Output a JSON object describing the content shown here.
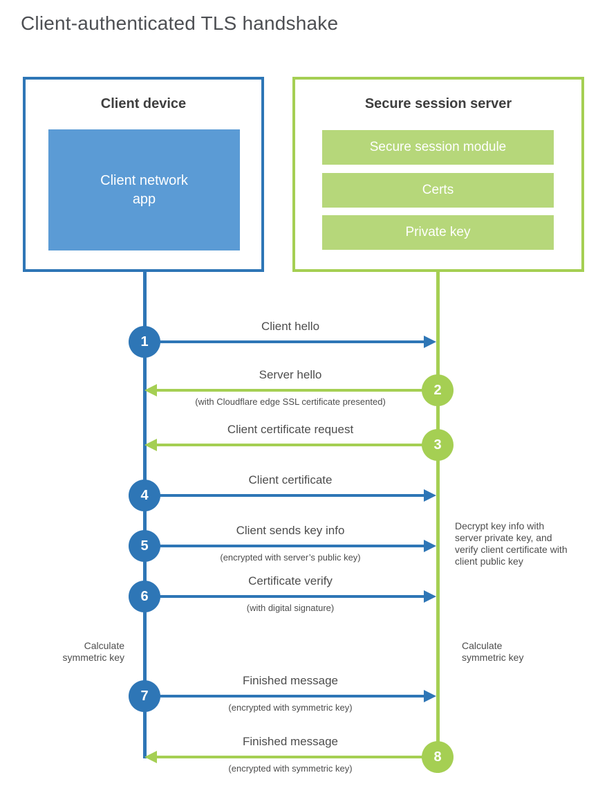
{
  "title": "Client-authenticated TLS handshake",
  "colors": {
    "blue": "#2e76b6",
    "blue_light": "#5b9bd5",
    "green": "#a5cf53",
    "green_light": "#b6d77a",
    "text_dark": "#3f3f3f",
    "text_mid": "#4d4d4d",
    "title_color": "#4d4f53"
  },
  "client_box": {
    "title": "Client device",
    "inner_label": "Client network app"
  },
  "server_box": {
    "title": "Secure session server",
    "modules": [
      "Secure session module",
      "Certs",
      "Private key"
    ]
  },
  "steps": [
    {
      "num": "1",
      "from": "client",
      "direction": "right",
      "label": "Client hello",
      "sublabel": ""
    },
    {
      "num": "2",
      "from": "server",
      "direction": "left",
      "label": "Server hello",
      "sublabel": "(with Cloudflare edge SSL certificate presented)"
    },
    {
      "num": "3",
      "from": "server",
      "direction": "left",
      "label": "Client certificate request",
      "sublabel": ""
    },
    {
      "num": "4",
      "from": "client",
      "direction": "right",
      "label": "Client certificate",
      "sublabel": ""
    },
    {
      "num": "5",
      "from": "client",
      "direction": "right",
      "label": "Client sends key info",
      "sublabel": "(encrypted with server’s public key)"
    },
    {
      "num": "6",
      "from": "client",
      "direction": "right",
      "label": "Certificate verify",
      "sublabel": "(with digital signature)"
    },
    {
      "num": "7",
      "from": "client",
      "direction": "right",
      "label": "Finished message",
      "sublabel": "(encrypted with symmetric key)"
    },
    {
      "num": "8",
      "from": "server",
      "direction": "left",
      "label": "Finished message",
      "sublabel": "(encrypted with symmetric key)"
    }
  ],
  "annotations": {
    "server_note": "Decrypt key info with server private key, and verify client certificate with client public key",
    "client_calc": "Calculate symmetric key",
    "server_calc": "Calculate symmetric key"
  }
}
